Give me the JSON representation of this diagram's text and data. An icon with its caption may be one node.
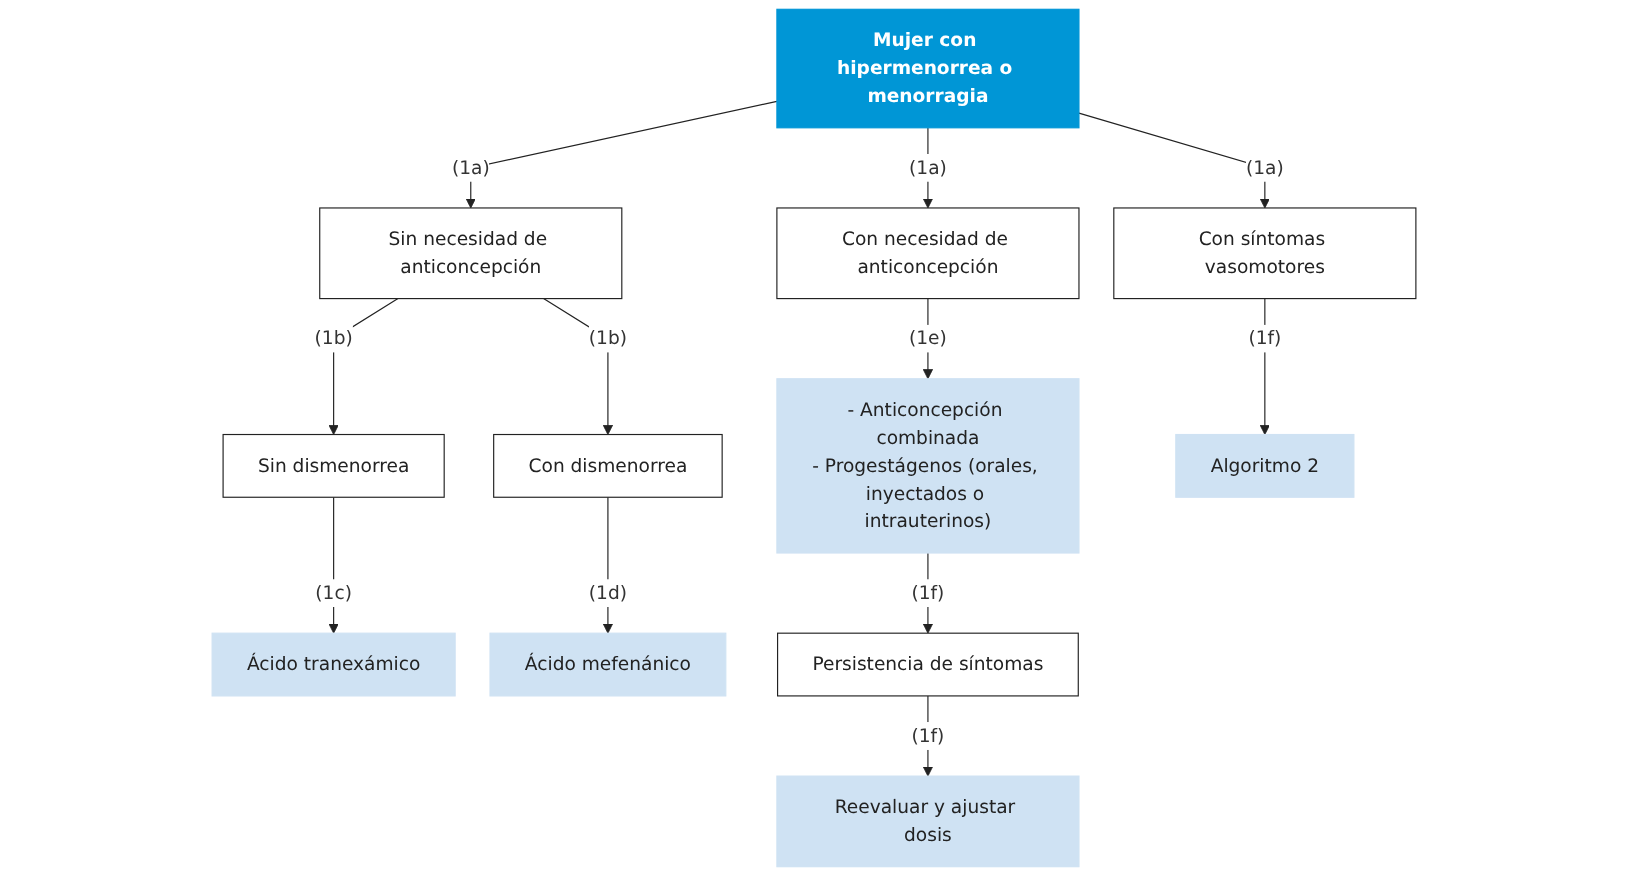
{
  "diagram": {
    "nodes": [
      {
        "text": [
          "Mujer con hipermenorrea o menorragia"
        ]
      },
      {
        "text": [
          "Sin necesidad de anticoncepción"
        ]
      },
      {
        "text": [
          "Con necesidad de anticoncepción"
        ]
      },
      {
        "text": [
          "Con síntomas vasomotores"
        ]
      },
      {
        "text": [
          "Sin dismenorrea"
        ]
      },
      {
        "text": [
          "Con dismenorrea"
        ]
      },
      {
        "text": [
          "Ácido tranexámico"
        ]
      },
      {
        "text": [
          "Ácido mefenánico"
        ]
      },
      {
        "text": [
          "- Anticoncepción combinada",
          "- Progestágenos (orales, inyectados o intrauterinos)"
        ]
      },
      {
        "text": [
          "Algoritmo 2"
        ]
      },
      {
        "text": [
          "Persistencia de síntomas"
        ]
      },
      {
        "text": [
          "Reevaluar y ajustar dosis"
        ]
      }
    ],
    "edges": [
      {
        "from": 0,
        "to": 1,
        "arrow": "to",
        "label": "(1a)"
      },
      {
        "from": 0,
        "to": 2,
        "arrow": "to",
        "label": "(1a)"
      },
      {
        "from": 0,
        "to": 3,
        "arrow": "to",
        "label": "(1a)"
      },
      {
        "from": 1,
        "to": 4,
        "arrow": "to",
        "label": "(1b)"
      },
      {
        "from": 1,
        "to": 5,
        "arrow": "to",
        "label": "(1b)"
      },
      {
        "from": 4,
        "to": 6,
        "arrow": "to",
        "label": "(1c)"
      },
      {
        "from": 5,
        "to": 7,
        "arrow": "to",
        "label": "(1d)"
      },
      {
        "from": 2,
        "to": 8,
        "arrow": "to",
        "label": "(1e)"
      },
      {
        "from": 3,
        "to": 9,
        "arrow": "to",
        "label": "(1f)"
      },
      {
        "from": 8,
        "to": 10,
        "arrow": "to",
        "label": "(1f)"
      },
      {
        "from": 10,
        "to": 11,
        "arrow": "to",
        "label": "(1f)"
      }
    ]
  }
}
